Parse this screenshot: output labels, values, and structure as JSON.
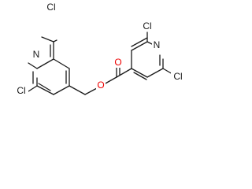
{
  "molecule": {
    "colors": {
      "bond": "#1a1a1a",
      "Cl": "#1a1a1a",
      "N": "#1a1a1a",
      "O": "#ee0000"
    },
    "atoms": [
      {
        "id": "cl1",
        "label": "Cl",
        "element": "Cl"
      },
      {
        "id": "cl2",
        "label": "Cl",
        "element": "Cl"
      },
      {
        "id": "n1",
        "label": "N",
        "element": "N"
      },
      {
        "id": "o1",
        "label": "O",
        "element": "O"
      },
      {
        "id": "o2",
        "label": "O",
        "element": "O"
      },
      {
        "id": "cl3",
        "label": "Cl",
        "element": "Cl"
      },
      {
        "id": "cl4",
        "label": "Cl",
        "element": "Cl"
      },
      {
        "id": "n2",
        "label": "N",
        "element": "N"
      }
    ]
  }
}
